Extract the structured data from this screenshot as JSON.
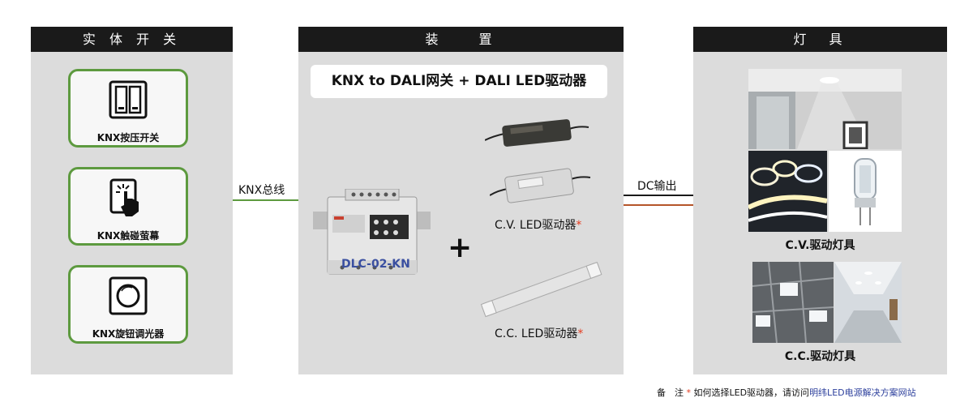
{
  "panels": {
    "inputs": {
      "title": "实 体 开 关",
      "items": [
        {
          "label": "KNX按压开关",
          "icon": "double-rocker-switch-icon"
        },
        {
          "label": "KNX触碰萤幕",
          "icon": "touchscreen-icon"
        },
        {
          "label": "KNX旋钮调光器",
          "icon": "rotary-dimmer-icon"
        }
      ]
    },
    "devices": {
      "title": "装　　置",
      "headline": "KNX to DALI网关 + DALI LED驱动器",
      "gateway_model": "DLC-02-KN",
      "plus_sign": "+",
      "cv_label": "C.V. LED驱动器",
      "cc_label": "C.C. LED驱动器",
      "asterisk": "*"
    },
    "luminaires": {
      "title": "灯　具",
      "cv_label": "C.V.驱动灯具",
      "cc_label": "C.C.驱动灯具"
    }
  },
  "connections": {
    "bus_label": "KNX总线",
    "dc_label": "DC输出"
  },
  "footnote": {
    "prefix": "备　注",
    "asterisk": "*",
    "text": "如何选择LED驱动器，请访问",
    "link": "明纬LED电源解决方案网站"
  },
  "colors": {
    "panel_bg": "#dcdcdc",
    "header_bg": "#1a1a1a",
    "box_border": "#5d9a3f",
    "bus_line": "#5d9a3f",
    "dc_line_positive": "#1a1a1a",
    "dc_line_negative": "#b5552a",
    "model_text": "#3a4fa0",
    "asterisk": "#e43b1e",
    "link": "#2c3f9c"
  }
}
